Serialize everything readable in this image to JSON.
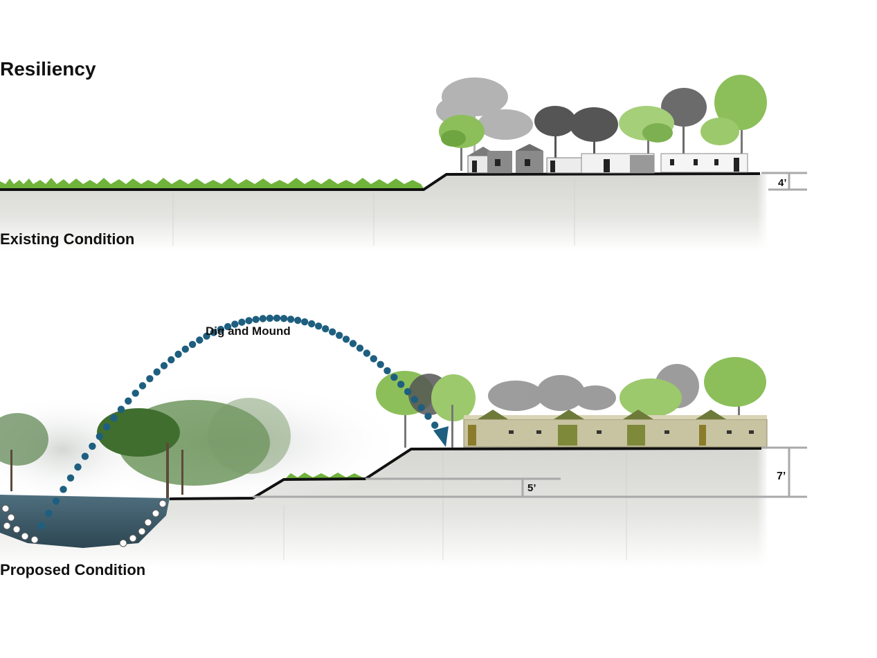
{
  "title": "Resiliency",
  "sections": {
    "existing": {
      "label": "Existing Condition",
      "elevation_label": "4’"
    },
    "proposed": {
      "label": "Proposed Condition",
      "annotation": "Dig and Mound",
      "terrace_label": "5’",
      "elevation_label": "7’"
    }
  },
  "colors": {
    "ground": "#d9d9d6",
    "ground_line": "#111111",
    "dimension_line": "#a9a9a9",
    "grass": "#6fb33b",
    "pond_water": "#3f5f6e",
    "arc_dots": "#1e5f80",
    "tree_green": "#8cbf5a",
    "tree_gray": "#8a8a8a",
    "building": "#c8c3a0"
  },
  "icons": [
    "tree-icon",
    "building-icon",
    "grass-icon",
    "rock-icon"
  ]
}
